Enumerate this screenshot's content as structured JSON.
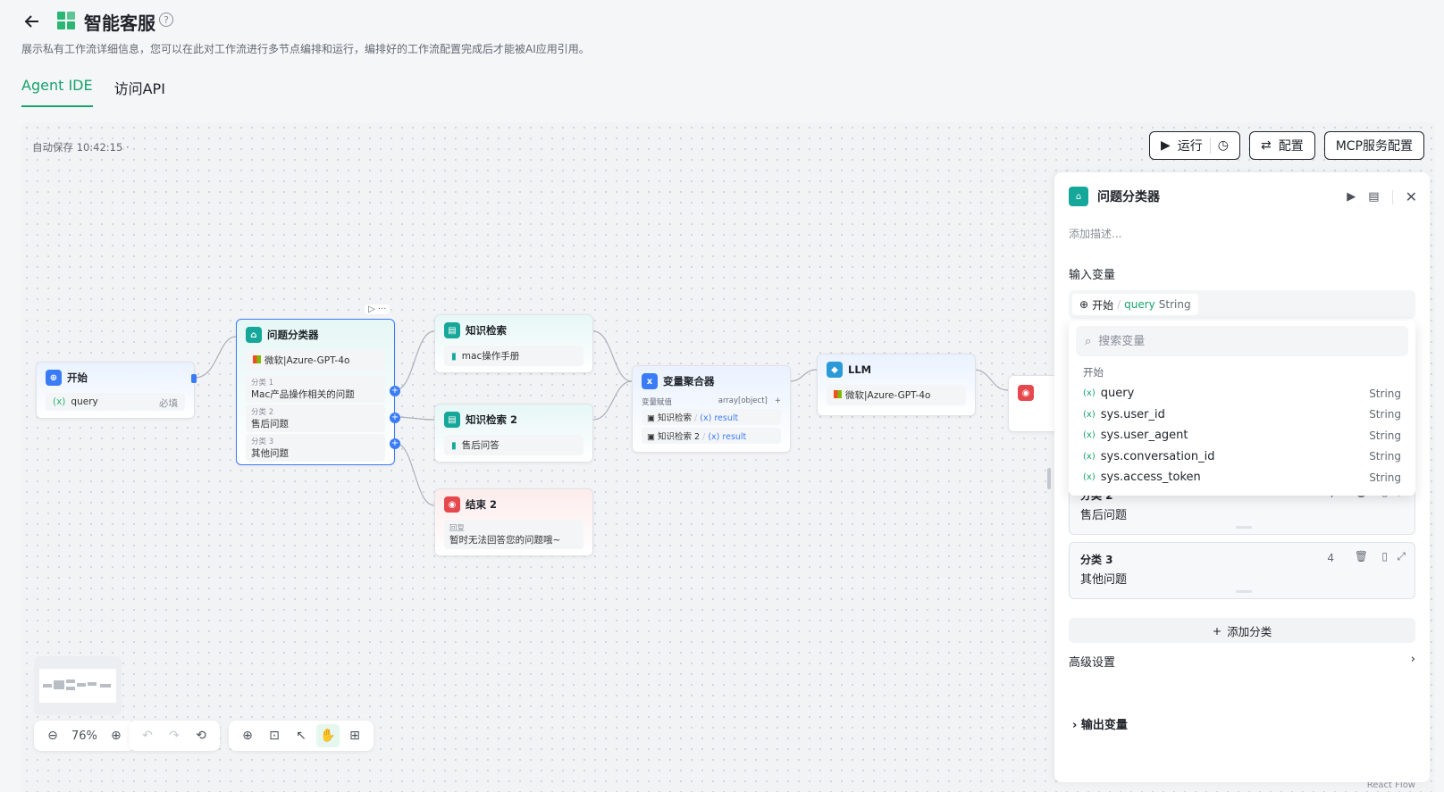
{
  "header": {
    "title": "智能客服",
    "subtitle": "展示私有工作流详细信息，您可以在此对工作流进行多节点编排和运行，编排好的工作流配置完成后才能被AI应用引用。"
  },
  "tabs": [
    {
      "label": "Agent IDE",
      "active": true
    },
    {
      "label": "访问API",
      "active": false
    }
  ],
  "canvas": {
    "autosave": "自动保存 10:42:15 ·",
    "actions": {
      "run": "运行",
      "config": "配置",
      "mcp": "MCP服务配置"
    },
    "zoom": "76%",
    "attribution": "React Flow"
  },
  "nodes": {
    "start": {
      "title": "开始",
      "var": "query",
      "required": "必填"
    },
    "classifier": {
      "title": "问题分类器",
      "model": "微软|Azure-GPT-4o",
      "categories": [
        {
          "label": "分类 1",
          "value": "Mac产品操作相关的问题"
        },
        {
          "label": "分类 2",
          "value": "售后问题"
        },
        {
          "label": "分类 3",
          "value": "其他问题"
        }
      ]
    },
    "kb1": {
      "title": "知识检索",
      "item": "mac操作手册"
    },
    "kb2": {
      "title": "知识检索 2",
      "item": "售后问答"
    },
    "end2": {
      "title": "结束 2",
      "label": "回复",
      "text": "暂时无法回答您的问题哦~"
    },
    "aggregator": {
      "title": "变量聚合器",
      "label": "变量赋值",
      "type": "array[object]",
      "items": [
        {
          "node": "知识检索",
          "var": "result"
        },
        {
          "node": "知识检索 2",
          "var": "result"
        }
      ]
    },
    "llm": {
      "title": "LLM",
      "model": "微软|Azure-GPT-4o"
    }
  },
  "panel": {
    "title": "问题分类器",
    "desc_placeholder": "添加描述...",
    "input_title": "输入变量",
    "input_chip": {
      "node": "开始",
      "var": "query",
      "type": "String"
    },
    "search_placeholder": "搜索变量",
    "group": "开始",
    "vars": [
      {
        "name": "query",
        "type": "String"
      },
      {
        "name": "sys.user_id",
        "type": "String"
      },
      {
        "name": "sys.user_agent",
        "type": "String"
      },
      {
        "name": "sys.conversation_id",
        "type": "String"
      },
      {
        "name": "sys.access_token",
        "type": "String"
      }
    ],
    "categories": [
      {
        "title": "分类 2",
        "value": "售后问题",
        "count": "4"
      },
      {
        "title": "分类 3",
        "value": "其他问题",
        "count": "4"
      }
    ],
    "add_category": "添加分类",
    "advanced": "高级设置",
    "output": "输出变量"
  },
  "colors": {
    "accent": "#17a36b",
    "node_selected": "#3a7cf6",
    "teal": "#15a89a",
    "red": "#e5484d"
  }
}
